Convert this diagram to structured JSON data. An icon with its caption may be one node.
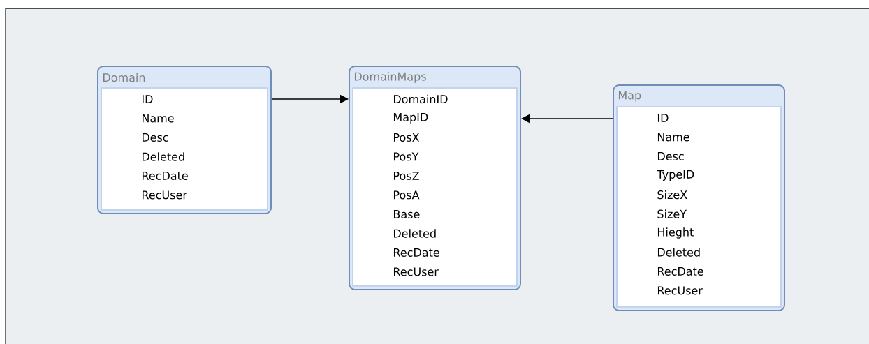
{
  "diagram": {
    "nodes": [
      {
        "text": [
          "Domain",
          "ID",
          "Name",
          "Desc",
          "Deleted",
          "RecDate",
          "RecUser"
        ]
      },
      {
        "text": [
          "DomainMaps",
          "DomainID",
          "MapID",
          "PosX",
          "PosY",
          "PosZ",
          "PosA",
          "Base",
          "Deleted",
          "RecDate",
          "RecUser"
        ]
      },
      {
        "text": [
          "Map",
          "ID",
          "Name",
          "Desc",
          "TypeID",
          "SizeX",
          "SizeY",
          "Hieght",
          "Deleted",
          "RecDate",
          "RecUser"
        ]
      }
    ],
    "edges": [
      {
        "from": 0,
        "to": 1,
        "arrow": "to"
      },
      {
        "from": 2,
        "to": 1,
        "arrow": "to"
      }
    ]
  }
}
